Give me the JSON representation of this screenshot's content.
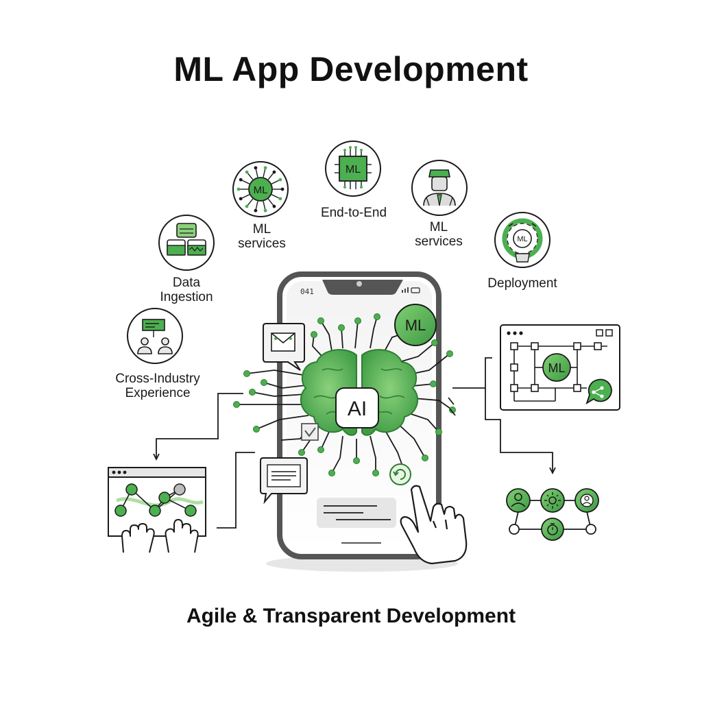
{
  "title": "ML App Development",
  "subtitle": "Agile & Transparent Development",
  "phone": {
    "status_time": "041",
    "center_chip": "AI",
    "ml_badge": "ML"
  },
  "features": [
    {
      "id": "cross-industry",
      "lines": [
        "Cross-Industry",
        "Experience"
      ],
      "icon": "people-meeting-icon"
    },
    {
      "id": "data-ingestion",
      "lines": [
        "Data",
        "Ingestion"
      ],
      "icon": "database-stack-icon"
    },
    {
      "id": "ml-services-1",
      "lines": [
        "ML",
        "services"
      ],
      "icon": "ml-network-icon",
      "icon_text": "ML"
    },
    {
      "id": "end-to-end",
      "lines": [
        "End-to-End"
      ],
      "icon": "ml-chip-icon",
      "icon_text": "ML"
    },
    {
      "id": "ml-services-2",
      "lines": [
        "ML",
        "services"
      ],
      "icon": "engineer-icon"
    },
    {
      "id": "deployment",
      "lines": [
        "Deployment"
      ],
      "icon": "deployment-cycle-icon",
      "icon_text": "ML"
    }
  ],
  "right_panel": {
    "badge": "ML"
  },
  "colors": {
    "green": "#4caf50",
    "green_dark": "#2e7d32",
    "green_light": "#8bd17c",
    "ink": "#1a1a1a",
    "gray": "#9e9e9e"
  }
}
